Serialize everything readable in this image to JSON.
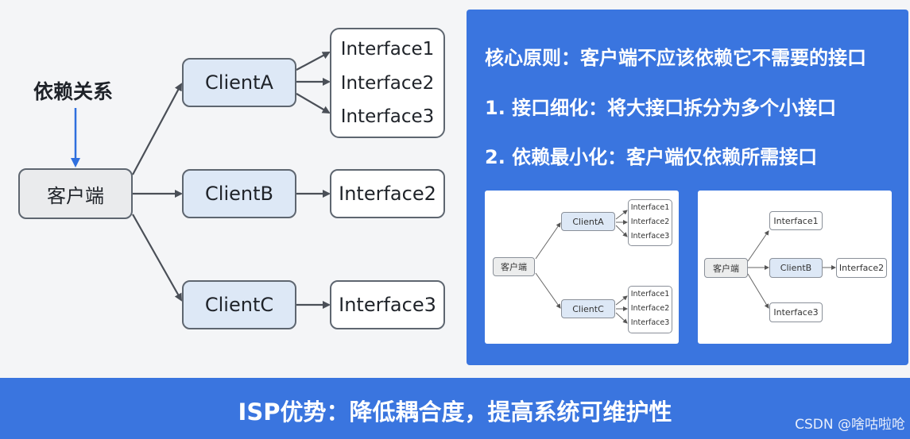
{
  "dependency_label": "依赖关系",
  "diagram": {
    "root": "客户端",
    "clients": [
      "ClientA",
      "ClientB",
      "ClientC"
    ],
    "client_a_interfaces": [
      "Interface1",
      "Interface2",
      "Interface3"
    ],
    "client_b_interface": "Interface2",
    "client_c_interface": "Interface3"
  },
  "principles": {
    "core": "核心原则：客户端不应该依赖它不需要的接口",
    "point1": "1. 接口细化：将大接口拆分为多个小接口",
    "point2": "2. 依赖最小化：客户端仅依赖所需接口"
  },
  "thumbnail_left": {
    "root": "客户端",
    "client_a": "ClientA",
    "client_c": "ClientC",
    "client_a_interfaces": [
      "Interface1",
      "Interface2",
      "Interface3"
    ],
    "client_c_interfaces": [
      "Interface1",
      "Interface2",
      "Interface3"
    ]
  },
  "thumbnail_right": {
    "root": "客户端",
    "client_b": "ClientB",
    "interfaces": [
      "Interface1",
      "Interface2",
      "Interface3"
    ]
  },
  "footer": "ISP优势：降低耦合度，提高系统可维护性",
  "watermark": "CSDN @啥咕啦呛",
  "colors": {
    "panel": "#3a75df",
    "client_fill": "#dde8f6",
    "dependency_arrow": "#2f6fde"
  }
}
